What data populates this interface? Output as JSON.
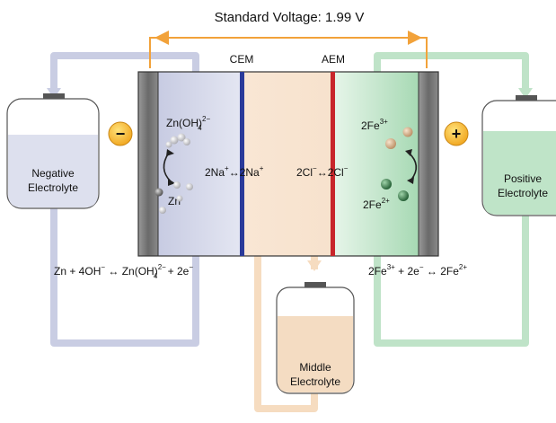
{
  "voltage_label": "Standard Voltage: 1.99 V",
  "membranes": {
    "cem": "CEM",
    "aem": "AEM"
  },
  "tanks": {
    "negative": [
      "Negative",
      "Electrolyte"
    ],
    "positive": [
      "Positive",
      "Electrolyte"
    ],
    "middle": [
      "Middle",
      "Electrolyte"
    ]
  },
  "terminals": {
    "negative": "−",
    "positive": "+"
  },
  "species": {
    "zincate_base": "Zn(OH)",
    "zincate_sub": "4",
    "zincate_sup": "2−",
    "zn": "Zn",
    "fe3_base": "2Fe",
    "fe3_sup": "3+",
    "fe2_base": "2Fe",
    "fe2_sup": "2+"
  },
  "ion_transfer": {
    "na_left": "2Na",
    "na_left_sup": "+",
    "na_right": "2Na",
    "na_right_sup": "+",
    "cl_left": "2Cl",
    "cl_left_sup": "−",
    "cl_right": "2Cl",
    "cl_right_sup": "−",
    "arrow": "↔"
  },
  "reactions": {
    "negative": {
      "part1": "Zn + 4OH",
      "part1_sup": "−",
      "arrow": " ↔ ",
      "part2": "Zn(OH)",
      "part2_sub": "4",
      "part2_sup": "2−",
      "part3": " + 2e",
      "part3_sup": "−"
    },
    "positive": {
      "part1": "2Fe",
      "part1_sup": "3+",
      "part2": " + 2e",
      "part2_sup": "−",
      "arrow": " ↔ ",
      "part3": "2Fe",
      "part3_sup": "2+"
    }
  },
  "colors": {
    "negative_flow": "#c9cde3",
    "positive_flow": "#bfe3c8",
    "middle_flow": "#f6dcc0",
    "voltage_arrow": "#f2a23a",
    "cem": "#2a3a9a",
    "aem": "#c8262b"
  }
}
